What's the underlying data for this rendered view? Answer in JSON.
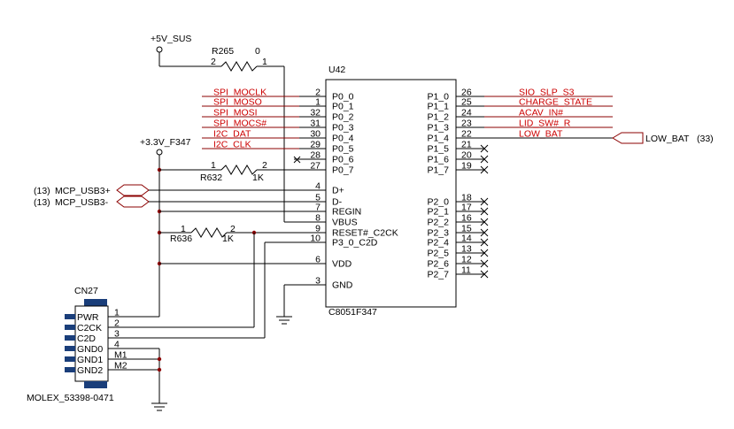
{
  "power": {
    "vsus": "+5V_SUS",
    "v33": "+3.3V_F347"
  },
  "resistors": {
    "r265": {
      "ref": "R265",
      "value": "0",
      "pin_a": "2",
      "pin_b": "1"
    },
    "r632": {
      "ref": "R632",
      "value": "1K",
      "pin_a": "1",
      "pin_b": "2"
    },
    "r636": {
      "ref": "R636",
      "value": "1K",
      "pin_a": "1",
      "pin_b": "2"
    }
  },
  "ic": {
    "ref": "U42",
    "part": "C8051F347"
  },
  "left_nets": [
    "SPI_MOCLK",
    "SPI_MOSO",
    "SPI_MOSI",
    "SPI_MOCS#",
    "I2C_DAT",
    "I2C_CLK"
  ],
  "left_pins": [
    {
      "num": "2",
      "name": "P0_0"
    },
    {
      "num": "1",
      "name": "P0_1"
    },
    {
      "num": "32",
      "name": "P0_2"
    },
    {
      "num": "31",
      "name": "P0_3"
    },
    {
      "num": "30",
      "name": "P0_4"
    },
    {
      "num": "29",
      "name": "P0_5"
    },
    {
      "num": "28",
      "name": "P0_6"
    },
    {
      "num": "27",
      "name": "P0_7"
    },
    {
      "num": "4",
      "name": "D+"
    },
    {
      "num": "5",
      "name": "D-"
    },
    {
      "num": "7",
      "name": "REGIN"
    },
    {
      "num": "8",
      "name": "VBUS"
    },
    {
      "num": "9",
      "name": "RESET#_C2CK"
    },
    {
      "num": "10",
      "name": "P3_0_C2D"
    },
    {
      "num": "6",
      "name": "VDD"
    },
    {
      "num": "3",
      "name": "GND"
    }
  ],
  "right_pins_p1": [
    {
      "num": "26",
      "name": "P1_0"
    },
    {
      "num": "25",
      "name": "P1_1"
    },
    {
      "num": "24",
      "name": "P1_2"
    },
    {
      "num": "23",
      "name": "P1_3"
    },
    {
      "num": "22",
      "name": "P1_4"
    },
    {
      "num": "21",
      "name": "P1_5"
    },
    {
      "num": "20",
      "name": "P1_6"
    },
    {
      "num": "19",
      "name": "P1_7"
    }
  ],
  "right_pins_p2": [
    {
      "num": "18",
      "name": "P2_0"
    },
    {
      "num": "17",
      "name": "P2_1"
    },
    {
      "num": "16",
      "name": "P2_2"
    },
    {
      "num": "15",
      "name": "P2_3"
    },
    {
      "num": "14",
      "name": "P2_4"
    },
    {
      "num": "13",
      "name": "P2_5"
    },
    {
      "num": "12",
      "name": "P2_6"
    },
    {
      "num": "11",
      "name": "P2_7"
    }
  ],
  "right_nets": [
    "SIO_SLP_S3",
    "CHARGE_STATE",
    "ACAV_IN#",
    "LID_SW#_R",
    "LOW_BAT"
  ],
  "offpage": {
    "low_bat_name": "LOW_BAT",
    "low_bat_ref": "(33)",
    "usb_pos_ref": "(13)",
    "usb_pos_name": "MCP_USB3+",
    "usb_neg_ref": "(13)",
    "usb_neg_name": "MCP_USB3-"
  },
  "connector": {
    "ref": "CN27",
    "part": "MOLEX_53398-0471",
    "pins": [
      {
        "label": "PWR",
        "num": "1"
      },
      {
        "label": "C2CK",
        "num": "2"
      },
      {
        "label": "C2D",
        "num": "3"
      },
      {
        "label": "GND0",
        "num": "4"
      },
      {
        "label": "GND1",
        "num": "M1"
      },
      {
        "label": "GND2",
        "num": "M2"
      }
    ]
  }
}
